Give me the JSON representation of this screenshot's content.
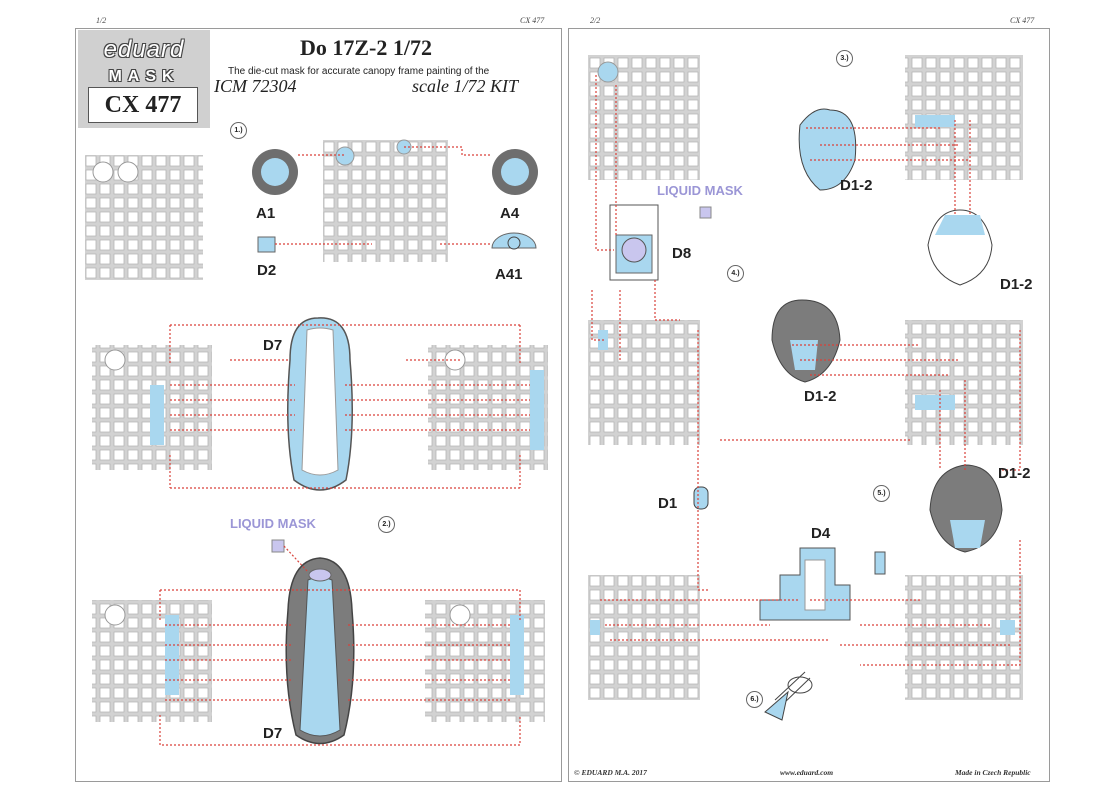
{
  "page1": {
    "page_number": "1/2",
    "code_top": "CX 477",
    "brand": "eduard",
    "product_line": "MASK",
    "code": "CX 477",
    "title": "Do 17Z-2  1/72",
    "subtitle": "The die-cut mask for accurate canopy frame painting of the",
    "kit": "ICM 72304",
    "scale": "scale 1/72 KIT",
    "steps": [
      "1.)",
      "2.)"
    ],
    "parts": [
      "A1",
      "A4",
      "D2",
      "A41",
      "D7",
      "D7"
    ],
    "liquid_mask": "LIQUID MASK",
    "sheet_code": "CX477"
  },
  "page2": {
    "page_number": "2/2",
    "code_top": "CX 477",
    "steps": [
      "3.)",
      "4.)",
      "5.)",
      "6.)"
    ],
    "parts": [
      "D1-2",
      "D1-2",
      "D1-2",
      "D1-2",
      "D8",
      "D1",
      "D4"
    ],
    "liquid_mask": "LIQUID MASK",
    "sheet_code": "CX477",
    "footer": {
      "copyright": "© EDUARD  M.A. 2017",
      "url": "www.eduard.com",
      "made_in": "Made in Czech Republic"
    }
  },
  "colors": {
    "mask_blue": "#a9d7ef",
    "guide_red": "#d9413a",
    "sheet_gray": "#d2d2d2",
    "frame_dark": "#7c7c7c",
    "liquid_purple": "#9b96d6"
  }
}
